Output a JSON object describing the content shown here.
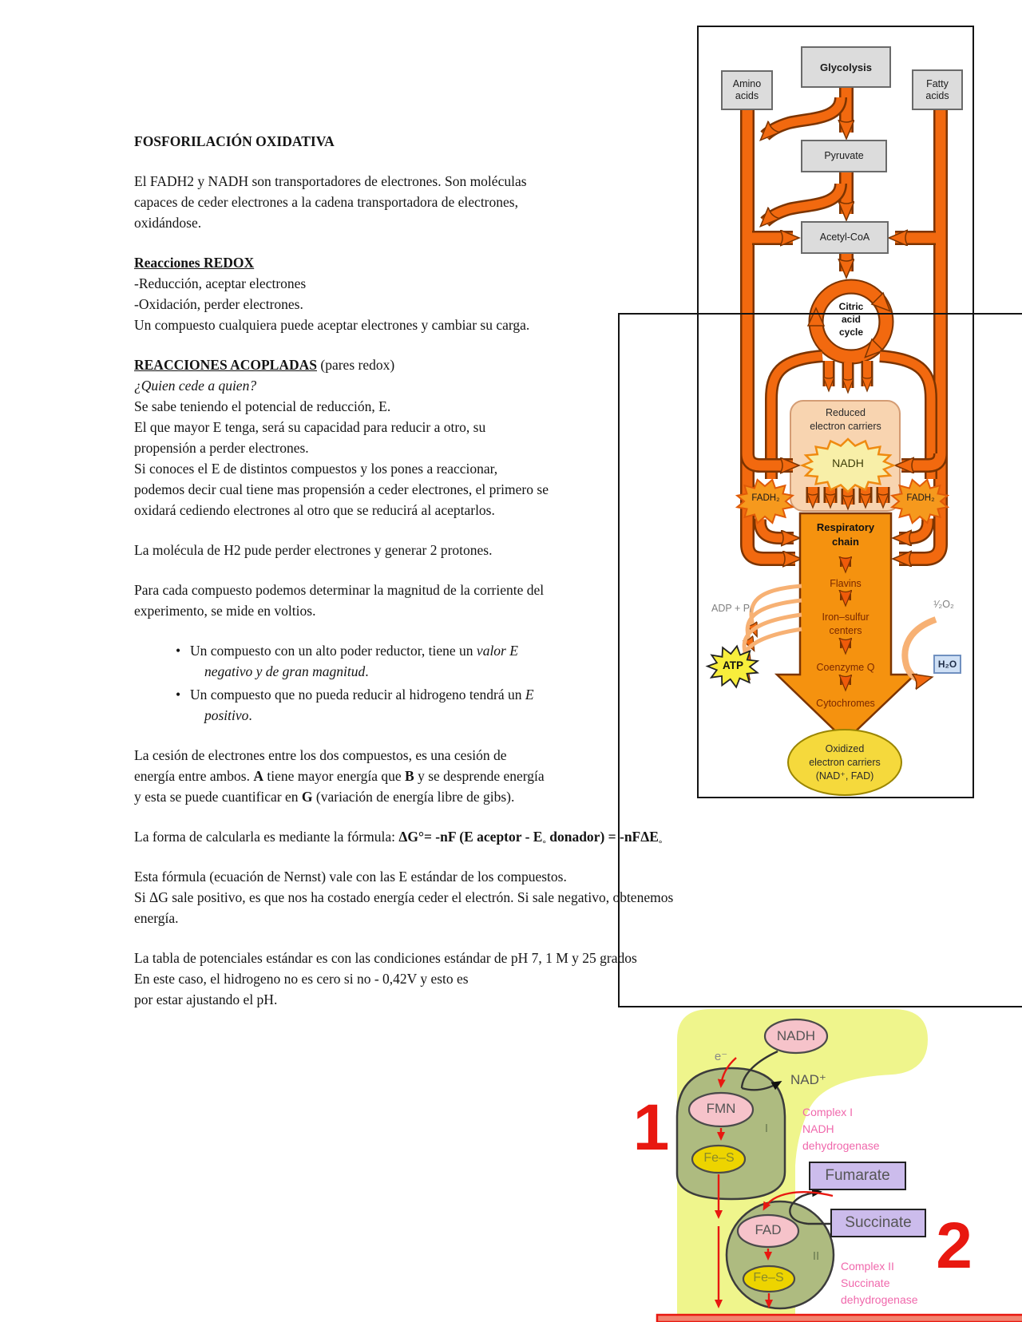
{
  "page": {
    "background": "#ffffff",
    "text_color": "#141414"
  },
  "colors": {
    "orange": "#f2690f",
    "orange_dark_outline": "#7c3400",
    "orange_light": "#f7b174",
    "resp_arrow_fill": "#f5920f",
    "gray_box": "#dcdcdc",
    "peach_box": "#f8d4b0",
    "nadh_star": "#f8efa8",
    "fadh_star": "#f6991d",
    "atp_star": "#f8ee3c",
    "oxidized_ellipse": "#f5d93c",
    "h2o_box": "#cfe0f5",
    "fig3_blob": "#eff58c",
    "fig3_complex": "#aebb80",
    "fig3_pink": "#f6c3ca",
    "fig3_yellow": "#edd400",
    "fig3_lavender": "#ccbcec",
    "fig3_red": "#e81810",
    "fig3_pink_text": "#f068ac",
    "border_black": "#141414"
  },
  "text": {
    "blocks": [
      {
        "type": "title",
        "lines": [
          [
            {
              "t": "FOSFORILACIÓN OXIDATIVA",
              "b": true
            }
          ]
        ]
      },
      {
        "type": "para",
        "lines": [
          [
            {
              "t": "El FADH2 y NADH son transportadores de electrones. Son moléculas"
            }
          ],
          [
            {
              "t": "capaces de ceder electrones a la cadena transportadora de electrones,"
            }
          ],
          [
            {
              "t": "oxidándose."
            }
          ]
        ]
      },
      {
        "type": "para",
        "lines": [
          [
            {
              "t": "Reacciones REDOX",
              "b": true,
              "u": true
            }
          ],
          [
            {
              "t": "-Reducción, aceptar electrones"
            }
          ],
          [
            {
              "t": "-Oxidación, perder electrones."
            }
          ],
          [
            {
              "t": "Un compuesto cualquiera puede aceptar electrones y cambiar su carga."
            }
          ]
        ]
      },
      {
        "type": "para",
        "lines": [
          [
            {
              "t": "REACCIONES ACOPLADAS",
              "b": true,
              "u": true
            },
            {
              "t": " (pares redox)"
            }
          ],
          [
            {
              "t": "¿Quien cede a quien?",
              "i": true
            }
          ],
          [
            {
              "t": "Se sabe teniendo el potencial de reducción, E."
            }
          ],
          [
            {
              "t": "El que mayor E tenga, será su capacidad para reducir a otro, su"
            }
          ],
          [
            {
              "t": "propensión a perder electrones."
            }
          ],
          [
            {
              "t": "Si conoces el E de distintos compuestos y los pones a reaccionar,"
            }
          ],
          [
            {
              "t": "podemos decir cual tiene mas propensión a ceder electrones, el primero se"
            }
          ],
          [
            {
              "t": "oxidará cediendo electrones al otro que se reducirá al aceptarlos."
            }
          ]
        ]
      },
      {
        "type": "para",
        "lines": [
          [
            {
              "t": "La molécula de H2 pude perder electrones y generar 2 protones."
            }
          ]
        ]
      },
      {
        "type": "para",
        "lines": [
          [
            {
              "t": "Para cada compuesto podemos determinar la magnitud de la corriente del"
            }
          ],
          [
            {
              "t": "experimento, se mide en voltios."
            }
          ]
        ]
      },
      {
        "type": "bullets",
        "items": [
          [
            [
              {
                "t": "Un compuesto con un alto poder reductor, tiene un "
              },
              {
                "t": "valor E",
                "i": true
              }
            ],
            [
              {
                "t": "negativo y de gran magnitud",
                "i": true
              },
              {
                "t": "."
              }
            ]
          ],
          [
            [
              {
                "t": "Un compuesto que no pueda reducir al hidrogeno tendrá un "
              },
              {
                "t": "E",
                "i": true
              }
            ],
            [
              {
                "t": "positivo",
                "i": true
              },
              {
                "t": "."
              }
            ]
          ]
        ]
      },
      {
        "type": "para",
        "lines": [
          [
            {
              "t": "La cesión de electrones entre los dos compuestos, es una cesión de"
            }
          ],
          [
            {
              "t": "energía entre ambos. "
            },
            {
              "t": "A",
              "b": true
            },
            {
              "t": " tiene mayor energía que "
            },
            {
              "t": "B",
              "b": true
            },
            {
              "t": " y se desprende energía"
            }
          ],
          [
            {
              "t": "y esta se puede cuantificar en "
            },
            {
              "t": "G",
              "b": true
            },
            {
              "t": " (variación de energía libre de gibs)."
            }
          ]
        ]
      },
      {
        "type": "para",
        "lines": [
          [
            {
              "t": "La forma de calcularla es mediante la fórmula: "
            },
            {
              "t": "ΔG°= -nF (E aceptor - E",
              "b": true
            },
            {
              "t": "°",
              "b": true,
              "s": true
            },
            {
              "t": " donador) = -nFΔE",
              "b": true
            },
            {
              "t": "°",
              "b": true,
              "s": true
            }
          ]
        ]
      },
      {
        "type": "para",
        "lines": [
          [
            {
              "t": "Esta fórmula (ecuación de Nernst) vale con las E estándar de los compuestos."
            }
          ],
          [
            {
              "t": "Si ΔG sale positivo, es que nos ha costado energía ceder el electrón. Si sale negativo, obtenemos"
            }
          ],
          [
            {
              "t": "energía."
            }
          ]
        ]
      },
      {
        "type": "para",
        "lines": [
          [
            {
              "t": "La tabla de potenciales estándar es con las condiciones estándar de pH 7, 1 M y 25 grados"
            }
          ],
          [
            {
              "t": "En este caso, el hidrogeno no es cero si no - 0,42V y esto es"
            }
          ],
          [
            {
              "t": "por estar ajustando el pH."
            }
          ]
        ]
      }
    ]
  },
  "figure1": {
    "labels": {
      "glycolysis": "Glycolysis",
      "amino_acids": "Amino\nacids",
      "fatty_acids": "Fatty\nacids",
      "pyruvate": "Pyruvate",
      "acetyl_coa": "Acetyl-CoA",
      "citric": "Citric\nacid\ncycle",
      "reduced": "Reduced\nelectron carriers",
      "nadh": "NADH",
      "fadh2_left": "FADH₂",
      "fadh2_right": "FADH₂",
      "respiratory": "Respiratory\nchain",
      "flavins": "Flavins",
      "iron_sulfur": "Iron–sulfur\ncenters",
      "coenzyme_q": "Coenzyme Q",
      "cytochromes": "Cytochromes",
      "adp": "ADP + Pᵢ",
      "atp": "ATP",
      "half_o2": "¹⁄₂O₂",
      "h2o": "H₂O",
      "oxidized": "Oxidized\nelectron carriers\n(NAD⁺, FAD)"
    }
  },
  "figure3": {
    "labels": {
      "nadh": "NADH",
      "nad_plus": "NAD⁺",
      "e_minus": "e⁻",
      "fmn": "FMN",
      "fes1": "Fe–S",
      "roman1": "I",
      "complex1": "Complex I\nNADH\ndehydrogenase",
      "num1": "1",
      "fumarate": "Fumarate",
      "succinate": "Succinate",
      "fad": "FAD",
      "fes2": "Fe–S",
      "roman2": "II",
      "complex2": "Complex II\nSuccinate\ndehydrogenase",
      "num2": "2"
    }
  }
}
